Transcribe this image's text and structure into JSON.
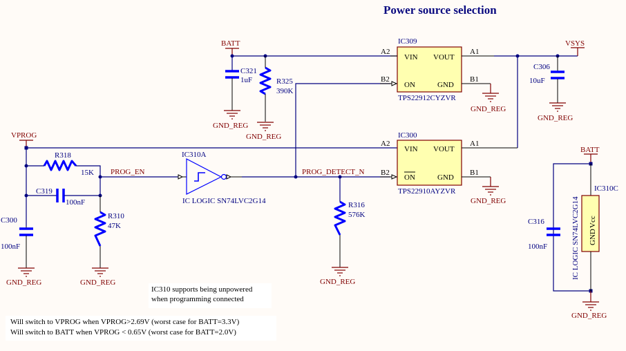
{
  "title": "Power source selection",
  "nets": {
    "batt_top": "BATT",
    "batt_right": "BATT",
    "vsys": "VSYS",
    "vprog": "VPROG",
    "prog_en": "PROG_EN",
    "prog_detect_n": "PROG_DETECT_N",
    "gnd": "GND_REG"
  },
  "components": {
    "c321": {
      "ref": "C321",
      "value": "1uF"
    },
    "r325": {
      "ref": "R325",
      "value": "390K"
    },
    "c306": {
      "ref": "C306",
      "value": "10uF"
    },
    "r318": {
      "ref": "R318",
      "value": "15K"
    },
    "c319": {
      "ref": "C319",
      "value": "100nF"
    },
    "c300": {
      "ref": "C300",
      "value": "100nF"
    },
    "r310": {
      "ref": "R310",
      "value": "47K"
    },
    "r316": {
      "ref": "R316",
      "value": "576K"
    },
    "c316": {
      "ref": "C316",
      "value": "100nF"
    },
    "ic309": {
      "ref": "IC309",
      "part": "TPS22912CYZVR",
      "pins": {
        "vin": "VIN",
        "vout": "VOUT",
        "on": "ON",
        "gnd": "GND",
        "a2": "A2",
        "a1": "A1",
        "b2": "B2",
        "b1": "B1"
      }
    },
    "ic300": {
      "ref": "IC300",
      "part": "TPS22910AYZVR",
      "pins": {
        "vin": "VIN",
        "vout": "VOUT",
        "on": "ON",
        "gnd": "GND",
        "a2": "A2",
        "a1": "A1",
        "b2": "B2",
        "b1": "B1"
      }
    },
    "ic310a": {
      "ref": "IC310A",
      "part": "IC LOGIC SN74LVC2G14"
    },
    "ic310c": {
      "ref": "IC310C",
      "part": "IC LOGIC SN74LVC2G14",
      "pins": {
        "vcc": "Vcc",
        "gnd": "GND"
      }
    }
  },
  "notes": {
    "unpowered_line1": "IC310 supports being unpowered",
    "unpowered_line2": "when programming connected",
    "switch_line1": "Will switch to VPROG when VPROG>2.69V (worst case for BATT=3.3V)",
    "switch_line2": "Will switch to BATT when VPROG < 0.65V (worst case for BATT=2.0V)"
  }
}
